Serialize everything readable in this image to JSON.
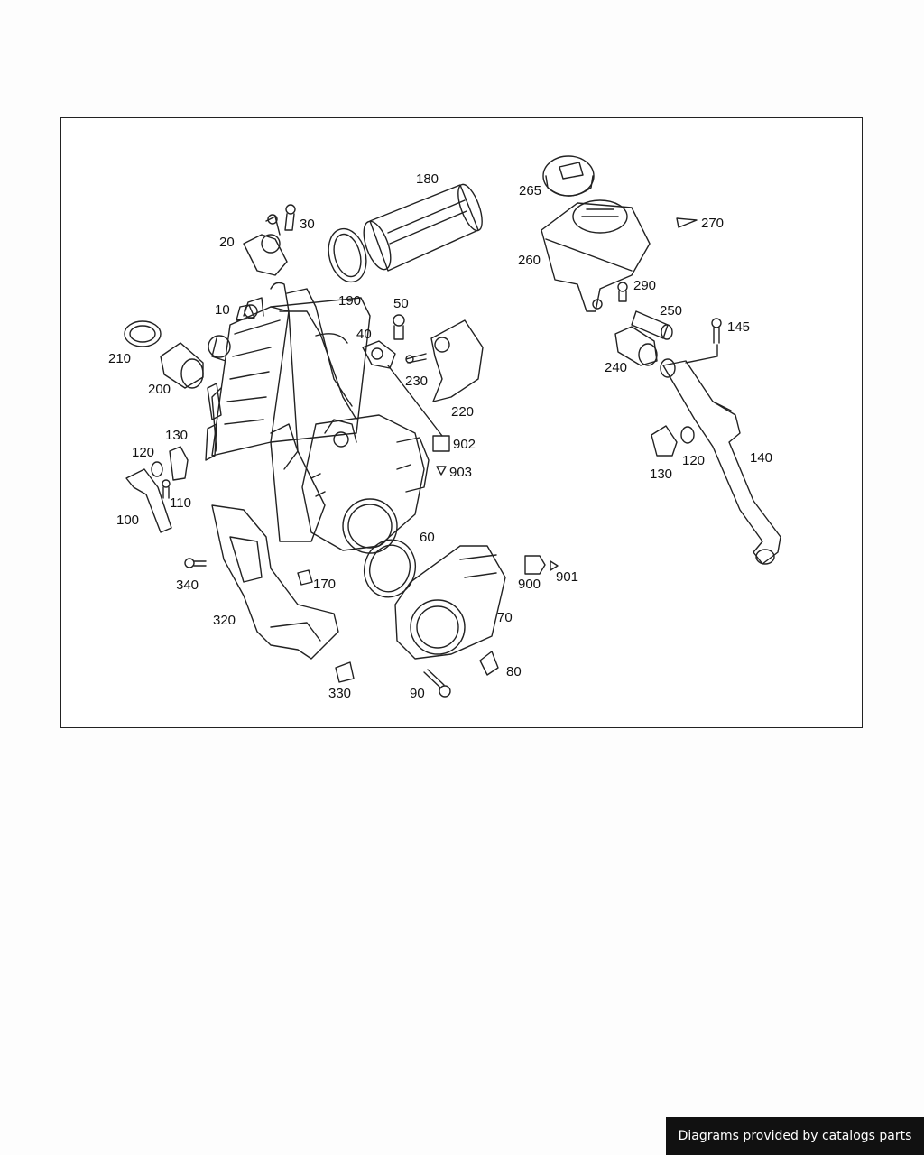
{
  "footer": {
    "text": "Diagrams provided by catalogs parts"
  },
  "labels": {
    "l10": "10",
    "l20": "20",
    "l30": "30",
    "l40": "40",
    "l50": "50",
    "l60": "60",
    "l70": "70",
    "l80": "80",
    "l90": "90",
    "l100": "100",
    "l110": "110",
    "l120a": "120",
    "l120b": "120",
    "l130a": "130",
    "l130b": "130",
    "l140": "140",
    "l145": "145",
    "l170": "170",
    "l180": "180",
    "l190": "190",
    "l200": "200",
    "l210": "210",
    "l220": "220",
    "l230": "230",
    "l240": "240",
    "l250": "250",
    "l260": "260",
    "l265": "265",
    "l270": "270",
    "l290": "290",
    "l320": "320",
    "l330": "330",
    "l340": "340",
    "l900": "900",
    "l901": "901",
    "l902": "902",
    "l903": "903"
  },
  "colors": {
    "line": "#222222",
    "frame": "#222222",
    "footer_bg": "#111111"
  }
}
